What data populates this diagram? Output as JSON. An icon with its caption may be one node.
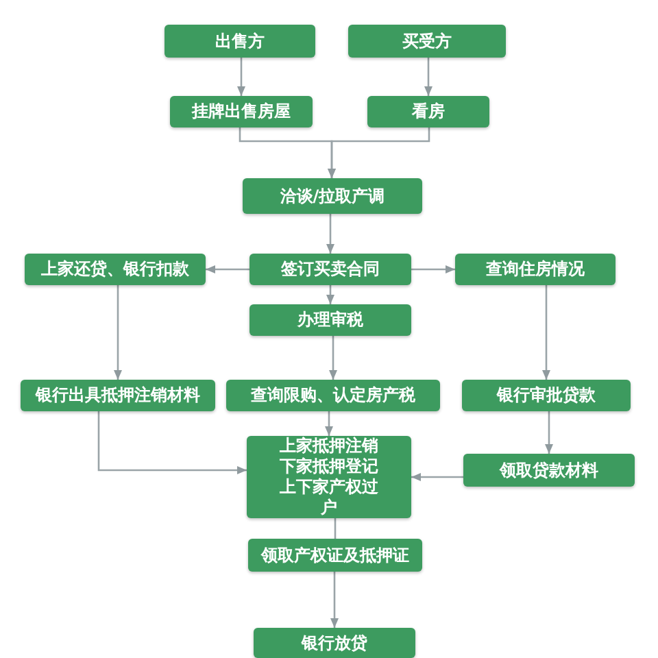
{
  "diagram": {
    "nodes": [
      {
        "text": [
          "出售方"
        ]
      },
      {
        "text": [
          "买受方"
        ]
      },
      {
        "text": [
          "挂牌出售房屋"
        ]
      },
      {
        "text": [
          "看房"
        ]
      },
      {
        "text": [
          "洽谈/拉取产调"
        ]
      },
      {
        "text": [
          "上家还贷、银行扣款"
        ]
      },
      {
        "text": [
          "签订买卖合同"
        ]
      },
      {
        "text": [
          "查询住房情况"
        ]
      },
      {
        "text": [
          "办理审税"
        ]
      },
      {
        "text": [
          "银行出具抵押注销材料"
        ]
      },
      {
        "text": [
          "查询限购、认定房产税"
        ]
      },
      {
        "text": [
          "银行审批贷款"
        ]
      },
      {
        "text": [
          "上家抵押注销下家抵押登记上下家产权过户"
        ]
      },
      {
        "text": [
          "领取贷款材料"
        ]
      },
      {
        "text": [
          "领取产权证及抵押证"
        ]
      },
      {
        "text": [
          "银行放贷"
        ]
      }
    ],
    "edges": [
      {
        "from": 0,
        "to": 2,
        "arrow": "to"
      },
      {
        "from": 1,
        "to": 3,
        "arrow": "to"
      },
      {
        "from": 2,
        "to": 4,
        "arrow": "to"
      },
      {
        "from": 3,
        "to": 4,
        "arrow": "to"
      },
      {
        "from": 4,
        "to": 6,
        "arrow": "to"
      },
      {
        "from": 6,
        "to": 5,
        "arrow": "to"
      },
      {
        "from": 6,
        "to": 7,
        "arrow": "to"
      },
      {
        "from": 5,
        "to": 9,
        "arrow": "to"
      },
      {
        "from": 6,
        "to": 8,
        "arrow": "to"
      },
      {
        "from": 8,
        "to": 10,
        "arrow": "to"
      },
      {
        "from": 7,
        "to": 11,
        "arrow": "to"
      },
      {
        "from": 9,
        "to": 12,
        "arrow": "to"
      },
      {
        "from": 10,
        "to": 12,
        "arrow": "to"
      },
      {
        "from": 11,
        "to": 13,
        "arrow": "to"
      },
      {
        "from": 13,
        "to": 12,
        "arrow": "to"
      },
      {
        "from": 12,
        "to": 14,
        "arrow": "none"
      },
      {
        "from": 14,
        "to": 15,
        "arrow": "to"
      }
    ]
  }
}
